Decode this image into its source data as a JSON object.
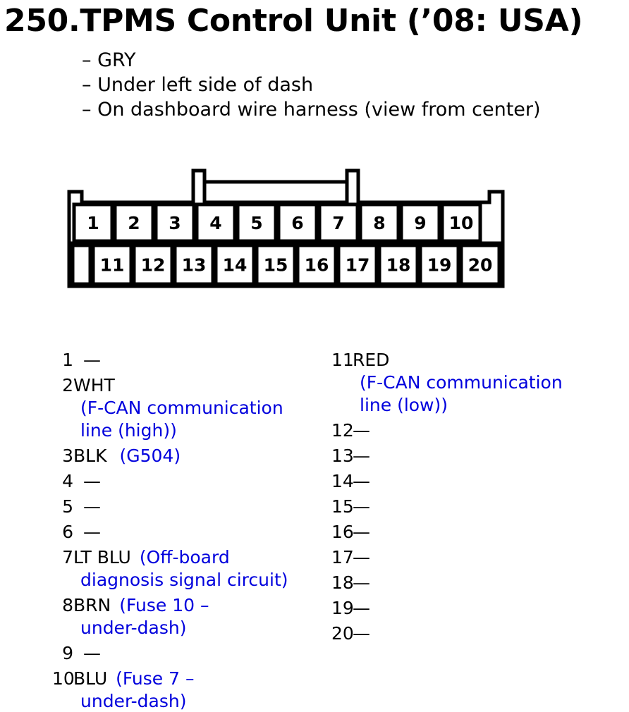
{
  "title": "250.TPMS Control Unit (’08: USA)",
  "notes": [
    "– GRY",
    "– Under left side of dash",
    "– On dashboard wire harness (view from center)"
  ],
  "connector": {
    "top_row": [
      "1",
      "2",
      "3",
      "4",
      "5",
      "6",
      "7",
      "8",
      "9",
      "10"
    ],
    "bottom_row": [
      "11",
      "12",
      "13",
      "14",
      "15",
      "16",
      "17",
      "18",
      "19",
      "20"
    ]
  },
  "pins_left": [
    {
      "pin": "1",
      "wire": "—",
      "desc": ""
    },
    {
      "pin": "2",
      "wire": "WHT",
      "desc": "(F-CAN communication line (high))",
      "desc_lines": [
        "(F-CAN communication",
        "line (high))"
      ]
    },
    {
      "pin": "3",
      "wire": "BLK",
      "desc": "(G504)"
    },
    {
      "pin": "4",
      "wire": "—",
      "desc": ""
    },
    {
      "pin": "5",
      "wire": "—",
      "desc": ""
    },
    {
      "pin": "6",
      "wire": "—",
      "desc": ""
    },
    {
      "pin": "7",
      "wire": "LT BLU",
      "desc": "(Off-board diagnosis signal circuit)",
      "desc_lines": [
        "(Off-board",
        "diagnosis signal circuit)"
      ]
    },
    {
      "pin": "8",
      "wire": "BRN",
      "desc": "(Fuse 10 – under-dash)",
      "desc_lines": [
        "(Fuse 10 –",
        "under-dash)"
      ]
    },
    {
      "pin": "9",
      "wire": "—",
      "desc": ""
    },
    {
      "pin": "10",
      "wire": "BLU",
      "desc": "(Fuse 7 – under-dash)",
      "desc_lines": [
        "(Fuse 7 –",
        "under-dash)"
      ]
    }
  ],
  "pins_right": [
    {
      "pin": "11",
      "wire": "RED",
      "desc_lines": [
        "(F-CAN communication",
        "line (low))"
      ]
    },
    {
      "pin": "12",
      "wire": "—"
    },
    {
      "pin": "13",
      "wire": "—"
    },
    {
      "pin": "14",
      "wire": "—"
    },
    {
      "pin": "15",
      "wire": "—"
    },
    {
      "pin": "16",
      "wire": "—"
    },
    {
      "pin": "17",
      "wire": "—"
    },
    {
      "pin": "18",
      "wire": "—"
    },
    {
      "pin": "19",
      "wire": "—"
    },
    {
      "pin": "20",
      "wire": "—"
    }
  ]
}
